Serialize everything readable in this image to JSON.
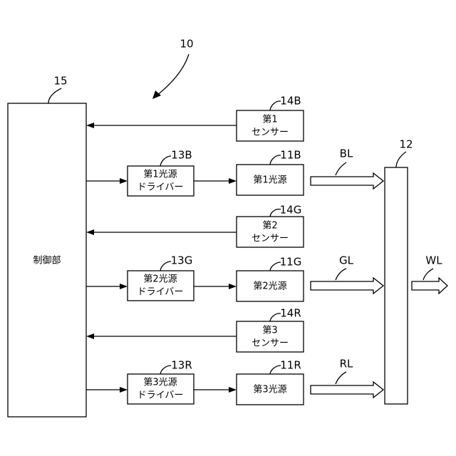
{
  "diagram": {
    "system_ref": "10",
    "controller": {
      "ref": "15",
      "label": "制御部"
    },
    "combiner": {
      "ref": "12"
    },
    "output_light": "WL",
    "channels": [
      {
        "sensor": {
          "ref": "14B",
          "line1": "第1",
          "line2": "センサー"
        },
        "driver": {
          "ref": "13B",
          "line1": "第1光源",
          "line2": "ドライバー"
        },
        "source": {
          "ref": "11B",
          "label": "第1光源"
        },
        "light": "BL"
      },
      {
        "sensor": {
          "ref": "14G",
          "line1": "第2",
          "line2": "センサー"
        },
        "driver": {
          "ref": "13G",
          "line1": "第2光源",
          "line2": "ドライバー"
        },
        "source": {
          "ref": "11G",
          "label": "第2光源"
        },
        "light": "GL"
      },
      {
        "sensor": {
          "ref": "14R",
          "line1": "第3",
          "line2": "センサー"
        },
        "driver": {
          "ref": "13R",
          "line1": "第3光源",
          "line2": "ドライバー"
        },
        "source": {
          "ref": "11R",
          "label": "第3光源"
        },
        "light": "RL"
      }
    ]
  }
}
